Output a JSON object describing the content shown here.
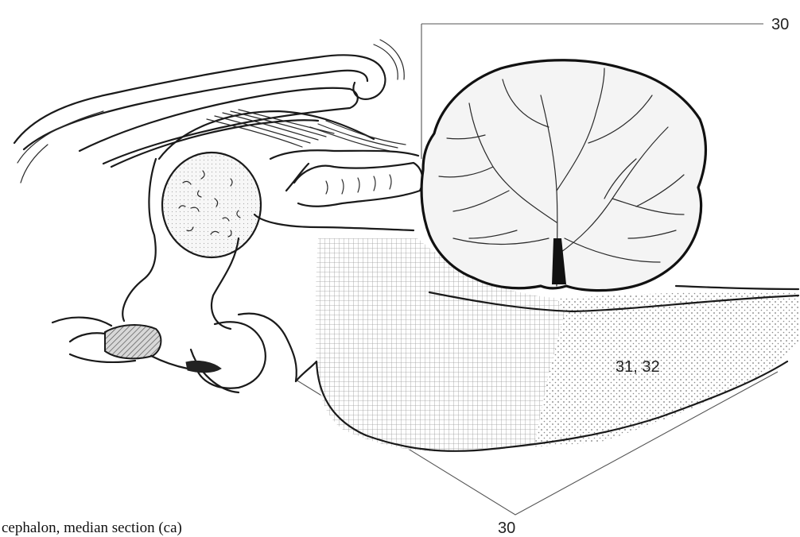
{
  "labels": {
    "top_right": "30",
    "bottom": "30",
    "region": "31, 32"
  },
  "caption": "cephalon, median section (ca)"
}
